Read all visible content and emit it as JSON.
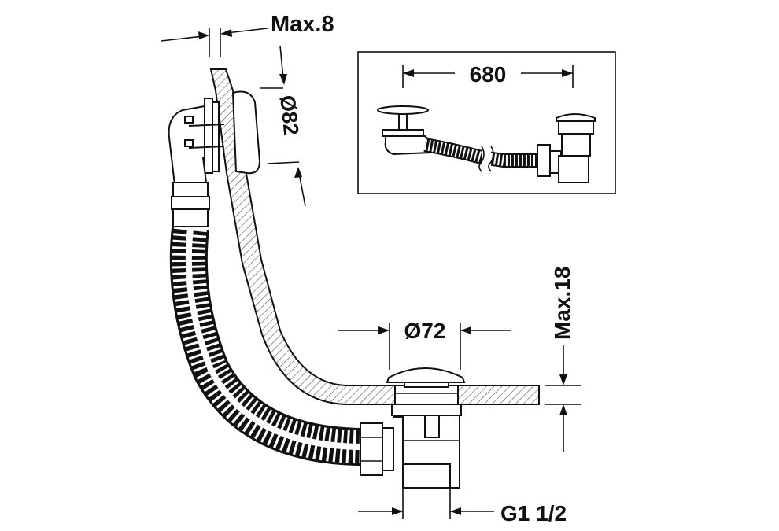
{
  "labels": {
    "max_wall": "Max.8",
    "diameter_overflow": "Ø82",
    "length": "680",
    "diameter_waste": "Ø72",
    "max_floor": "Max.18",
    "thread": "G1 1/2"
  },
  "colors": {
    "ink": "#111111",
    "background": "#ffffff",
    "hatch": "#555555"
  }
}
